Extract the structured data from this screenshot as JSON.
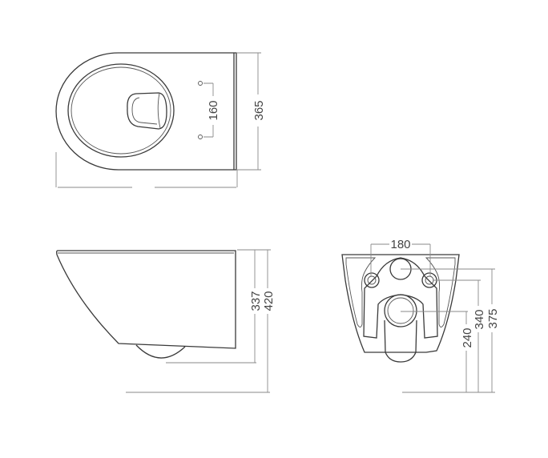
{
  "top_view": {
    "dimensions": {
      "hole_spacing": "160",
      "width": "365"
    }
  },
  "side_view": {
    "dimensions": {
      "rim_height": "337",
      "overall_height": "420"
    }
  },
  "rear_view": {
    "dimensions": {
      "fixing_spacing": "180",
      "outlet_height": "240",
      "fixing_height": "340",
      "inlet_height": "375"
    }
  }
}
